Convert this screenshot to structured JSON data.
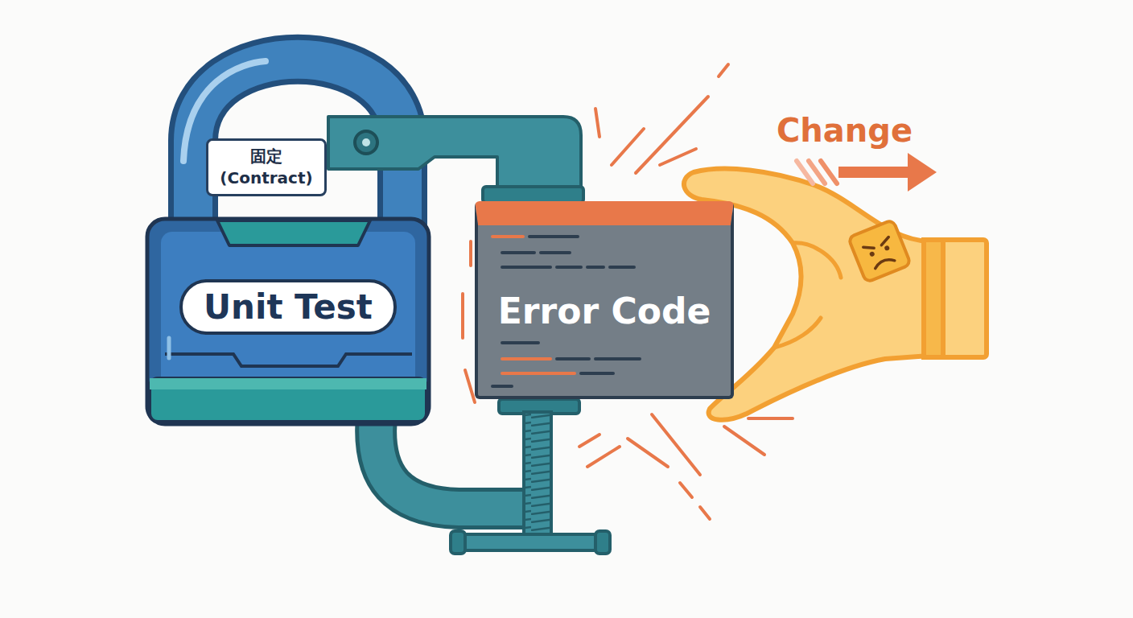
{
  "diagram": {
    "nodes": [
      {
        "text": [
          "固定 (Contract)"
        ]
      },
      {
        "text": [
          "Unit Test"
        ]
      },
      {
        "text": [
          "Error Code"
        ]
      }
    ],
    "labels": [
      "Change"
    ]
  }
}
